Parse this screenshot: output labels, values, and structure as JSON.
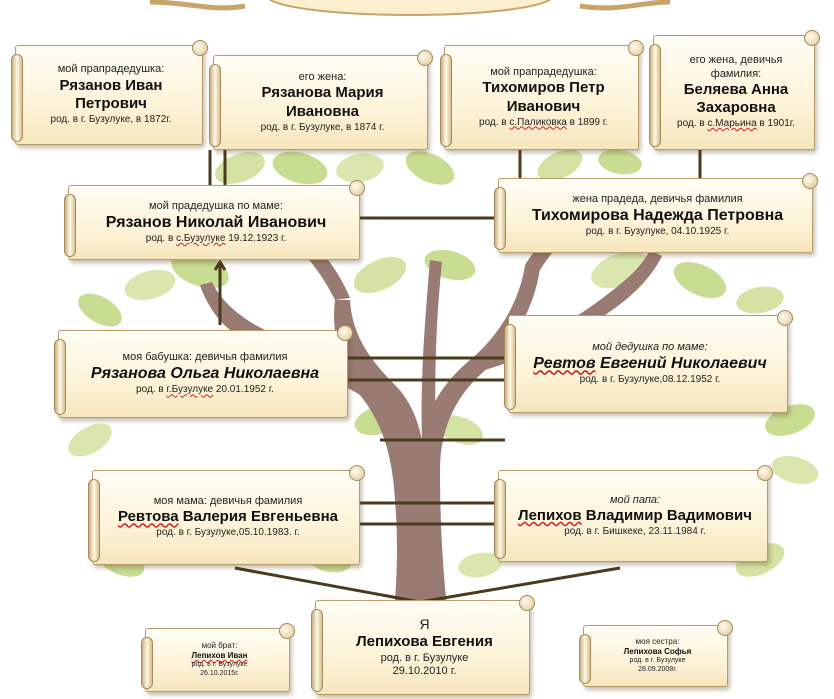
{
  "people": {
    "ggf_paternal": {
      "caption": "мой прапрадедушка:",
      "name": "Рязанов Иван Петрович",
      "birth": "род. в г. Бузулуке, в 1872г."
    },
    "ggm_paternal": {
      "caption": "его жена:",
      "name": "Рязанова Мария Ивановна",
      "birth": "род. в г. Бузулуке, в 1874 г."
    },
    "ggf_maternal": {
      "caption": "мой прапрадедушка:",
      "name": "Тихомиров Петр Иванович",
      "birth_prefix": "род. в ",
      "birth_place": "с.Паликовка",
      "birth_suffix": " в 1899 г."
    },
    "ggm_maternal": {
      "caption": "его жена, девичья фамилия:",
      "name": "Беляева Анна Захаровна",
      "birth_prefix": "род. в ",
      "birth_place": "с.Марьина",
      "birth_suffix": " в 1901г."
    },
    "great_grandfather": {
      "caption": "мой прадедушка по маме:",
      "name": "Рязанов Николай Иванович",
      "birth_prefix": "род. в ",
      "birth_place": "с.Бузулуке",
      "birth_suffix": " 19.12.1923 г."
    },
    "great_grandmother": {
      "caption": "жена прадеда, девичья фамилия",
      "name": "Тихомирова Надежда Петровна",
      "birth": "род. в г. Бузулуке, 04.10.1925 г."
    },
    "grandmother": {
      "caption": "моя бабушка: девичья фамилия",
      "name": "Рязанова Ольга Николаевна",
      "birth_prefix": "род. в ",
      "birth_place": "г.Бузулуке",
      "birth_suffix": " 20.01.1952 г."
    },
    "grandfather": {
      "caption": "мой дедушка по маме:",
      "name_marked": "Ревтов",
      "name_rest": " Евгений Николаевич",
      "birth": "род. в г. Бузулуке,08.12.1952 г."
    },
    "mother": {
      "caption": "моя мама: девичья фамилия",
      "name_marked": "Ревтова",
      "name_rest": " Валерия Евгеньевна",
      "birth": "род. в г. Бузулуке,05.10.1983. г."
    },
    "father": {
      "caption": "мой папа:",
      "name_marked": "Лепихов",
      "name_rest": " Владимир Вадимович",
      "birth": "род. в г. Бишкеке, 23.11.1984 г."
    },
    "me": {
      "caption": "Я",
      "name": "Лепихова Евгения",
      "birth": "род. в г. Бузулуке",
      "date": "29.10.2010 г."
    },
    "brother": {
      "caption": "мой брат:",
      "name": "Лепихов Иван",
      "birth": "род. в г. Бузулуке",
      "date": "26.10.2015г."
    },
    "sister": {
      "caption": "моя сестра:",
      "name": "Лепихова Софья",
      "birth": "род. в г. Бузулуке",
      "date": "28.09.2008г."
    }
  },
  "colors": {
    "trunk": "#9a7b73",
    "leaf_light": "#d4e3a3",
    "leaf_dark": "#9fb86a",
    "line": "#4a3a1e",
    "scroll_bg": "#fdf3d8"
  }
}
